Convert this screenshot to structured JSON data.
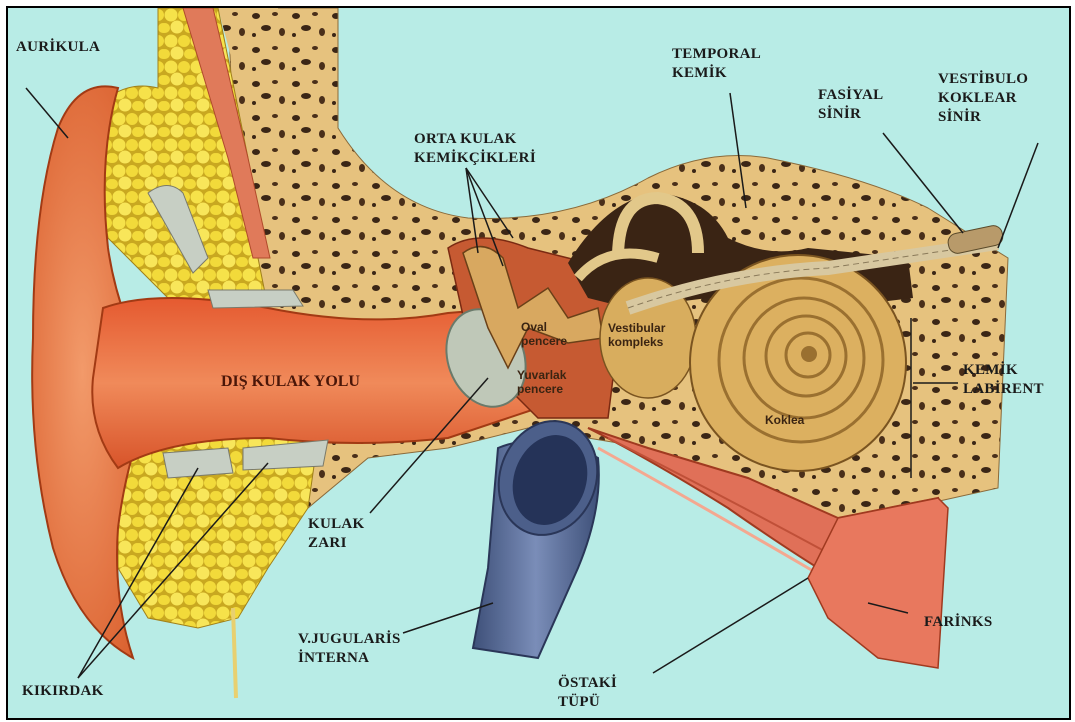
{
  "labels": {
    "aurikula": "AURİKULA",
    "temporal_kemik": "TEMPORAL\nKEMİK",
    "fasiyal_sinir": "FASİYAL\nSİNİR",
    "vestibulokoklear_sinir": "VESTİBULO\nKOKLEAR\nSİNİR",
    "orta_kulak_kemikcikleri": "ORTA KULAK\nKEMİKÇİKLERİ",
    "dis_kulak_yolu": "DIŞ KULAK YOLU",
    "oval_pencere": "Oval\npencere",
    "vestibular_kompleks": "Vestibular\nkompleks",
    "yuvarlak_pencere": "Yuvarlak\npencere",
    "koklea": "Koklea",
    "kemik_labirent": "KEMİK\nLABİRENT",
    "kulak_zari": "KULAK\nZARI",
    "kikirdak": "KIKIRDAK",
    "v_jugularis_interna": "V.JUGULARİS\nİNTERNA",
    "ostaki_tupu": "ÖSTAKİ\nTÜPÜ",
    "farinks": "FARİNKS"
  },
  "colors": {
    "background": "#b8ece6",
    "skin": "#e8763c",
    "canal": "#e86a3a",
    "bone": "#e8c27a",
    "fat": "#f0d43a",
    "vein": "#5a6f9c",
    "cochlea": "#dcb060",
    "tube": "#e0705a"
  }
}
